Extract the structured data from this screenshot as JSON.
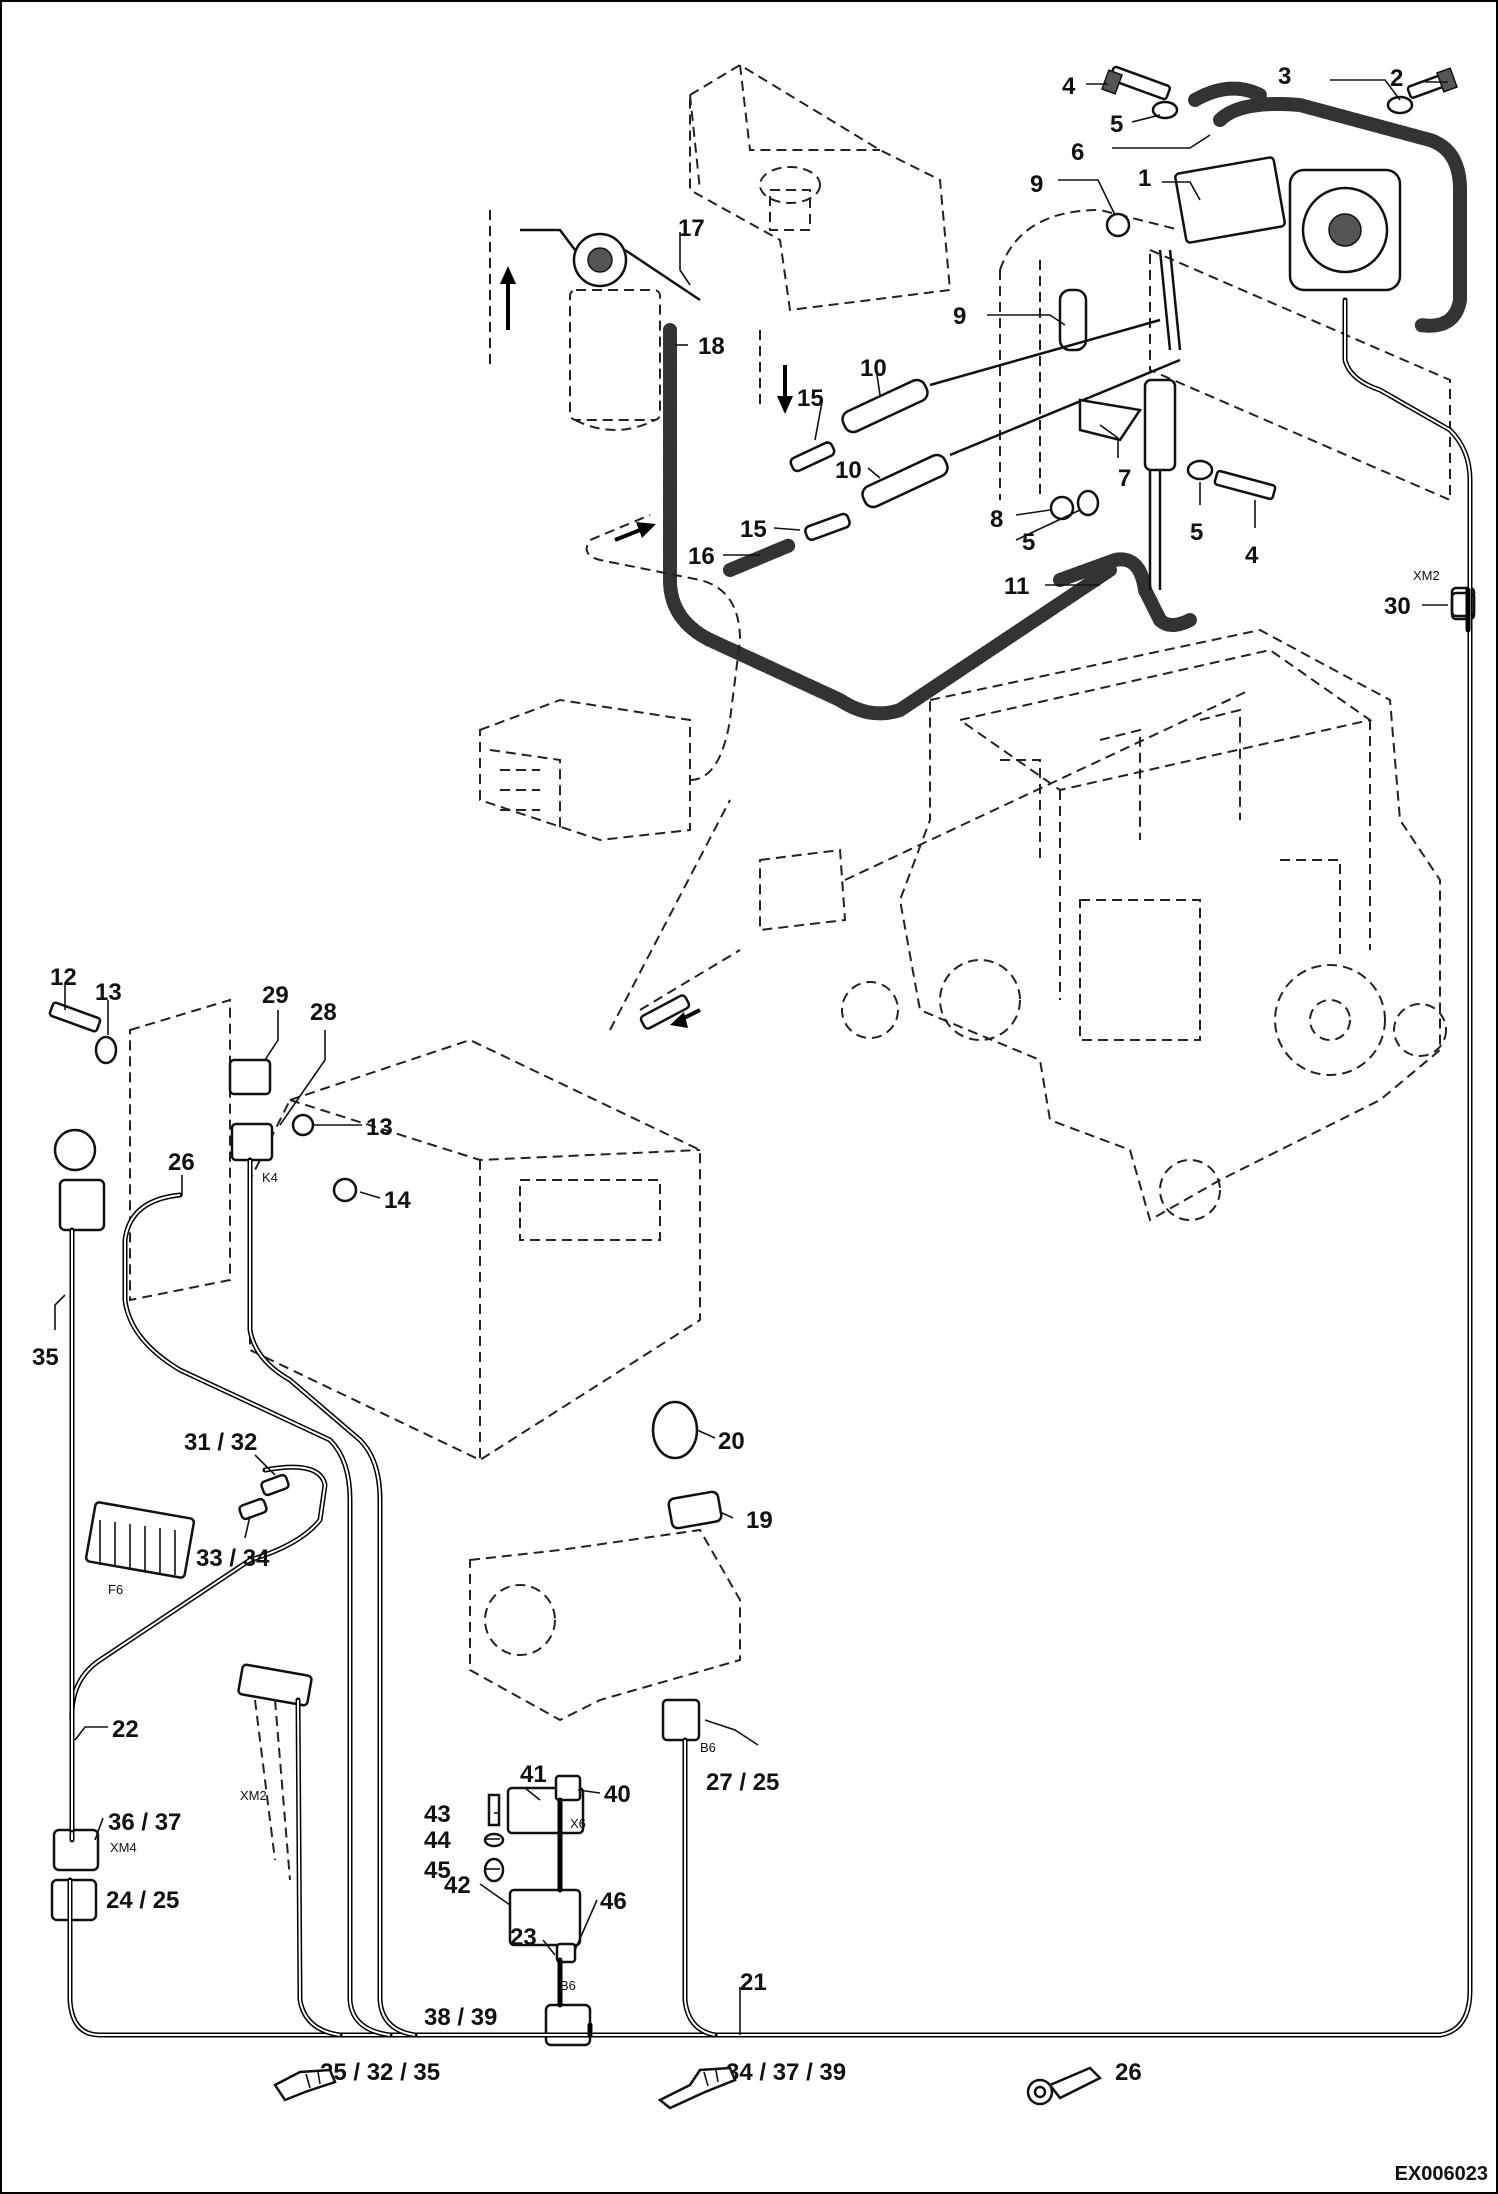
{
  "drawing_code": "EX006023",
  "labels": [
    {
      "text": "1"
    },
    {
      "text": "2"
    },
    {
      "text": "3"
    },
    {
      "text": "4"
    },
    {
      "text": "5"
    },
    {
      "text": "6"
    },
    {
      "text": "9"
    },
    {
      "text": "9"
    },
    {
      "text": "17"
    },
    {
      "text": "18"
    },
    {
      "text": "10"
    },
    {
      "text": "15"
    },
    {
      "text": "10"
    },
    {
      "text": "7"
    },
    {
      "text": "8"
    },
    {
      "text": "5"
    },
    {
      "text": "5"
    },
    {
      "text": "4"
    },
    {
      "text": "15"
    },
    {
      "text": "16"
    },
    {
      "text": "11"
    },
    {
      "text": "30"
    },
    {
      "text": "12"
    },
    {
      "text": "13"
    },
    {
      "text": "29"
    },
    {
      "text": "28"
    },
    {
      "text": "13"
    },
    {
      "text": "14"
    },
    {
      "text": "26"
    },
    {
      "text": "35"
    },
    {
      "text": "20"
    },
    {
      "text": "31 / 32"
    },
    {
      "text": "33 / 34"
    },
    {
      "text": "19"
    },
    {
      "text": "22"
    },
    {
      "text": "36 / 37"
    },
    {
      "text": "24 / 25"
    },
    {
      "text": "41"
    },
    {
      "text": "43"
    },
    {
      "text": "40"
    },
    {
      "text": "44"
    },
    {
      "text": "45"
    },
    {
      "text": "42"
    },
    {
      "text": "46"
    },
    {
      "text": "23"
    },
    {
      "text": "38 / 39"
    },
    {
      "text": "27 / 25"
    },
    {
      "text": "21"
    },
    {
      "text": "25 / 32 / 35"
    },
    {
      "text": "34 / 37 / 39"
    },
    {
      "text": "26"
    }
  ],
  "connector_tags": [
    "XM2",
    "K4",
    "F6",
    "XM2",
    "XM4",
    "X6",
    "B6",
    "B6"
  ],
  "icons": [
    "flat-terminal-icon",
    "blade-terminal-icon",
    "ring-terminal-icon"
  ]
}
